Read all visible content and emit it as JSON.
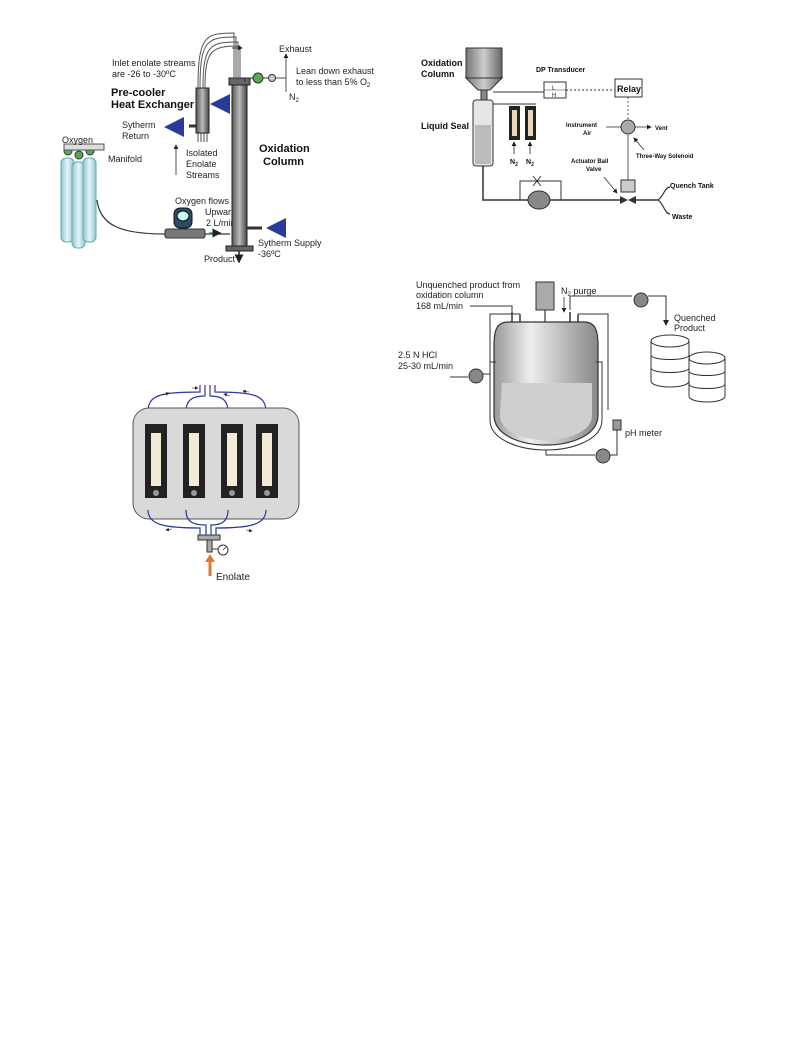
{
  "figure1": {
    "inlet_note_1": "Inlet enolate streams",
    "inlet_note_2": "are -26 to -30ºC",
    "exhaust": "Exhaust",
    "lean_down_1": "Lean down exhaust",
    "lean_down_2": "to less than 5% O",
    "lean_down_sub": "2",
    "n2": "N",
    "n2_sub": "2",
    "precooler_1": "Pre-cooler",
    "precooler_2": "Heat Exchanger",
    "sytherm_return_1": "Sytherm",
    "sytherm_return_2": "Return",
    "oxygen": "Oxygen",
    "manifold": "Manifold",
    "isolated_1": "Isolated",
    "isolated_2": "Enolate",
    "isolated_3": "Streams",
    "oxidation_1": "Oxidation",
    "oxidation_2": "Column",
    "oxygen_flow_1": "Oxygen flows",
    "oxygen_flow_2": "Upward",
    "oxygen_flow_3": "2 L/min",
    "sytherm_supply_1": "Sytherm Supply",
    "sytherm_supply_2": "-36ºC",
    "product": "Product"
  },
  "figure2": {
    "oxidation_1": "Oxidation",
    "oxidation_2": "Column",
    "dp_transducer": "DP Transducer",
    "l": "L",
    "h": "H",
    "relay": "Relay",
    "liquid_seal": "Liquid Seal",
    "instrument_1": "Instrument",
    "instrument_2": "Air",
    "vent": "Vent",
    "three_way": "Three-Way Solenoid",
    "actuator_1": "Actuator Ball",
    "actuator_2": "Valve",
    "n2": "N",
    "n2_sub": "2",
    "quench_tank": "Quench Tank",
    "waste": "Waste"
  },
  "figure3": {
    "unquenched_1": "Unquenched product from",
    "unquenched_2": "oxidation column",
    "unquenched_3": "168 mL/min",
    "n2_purge_n": "N",
    "n2_purge_sub": "2",
    "n2_purge_rest": " purge",
    "quenched_1": "Quenched",
    "quenched_2": "Product",
    "hcl_1": "2.5 N HCl",
    "hcl_2": "25-30 mL/min",
    "ph_meter": "pH meter"
  },
  "figure4": {
    "enolate": "Enolate"
  },
  "colors": {
    "arrow_blue": "#2a3a9a",
    "cylinder": "#bfe3ea",
    "enolate_arrow": "#e07a2f",
    "panel_gray": "#d9d9d9"
  }
}
